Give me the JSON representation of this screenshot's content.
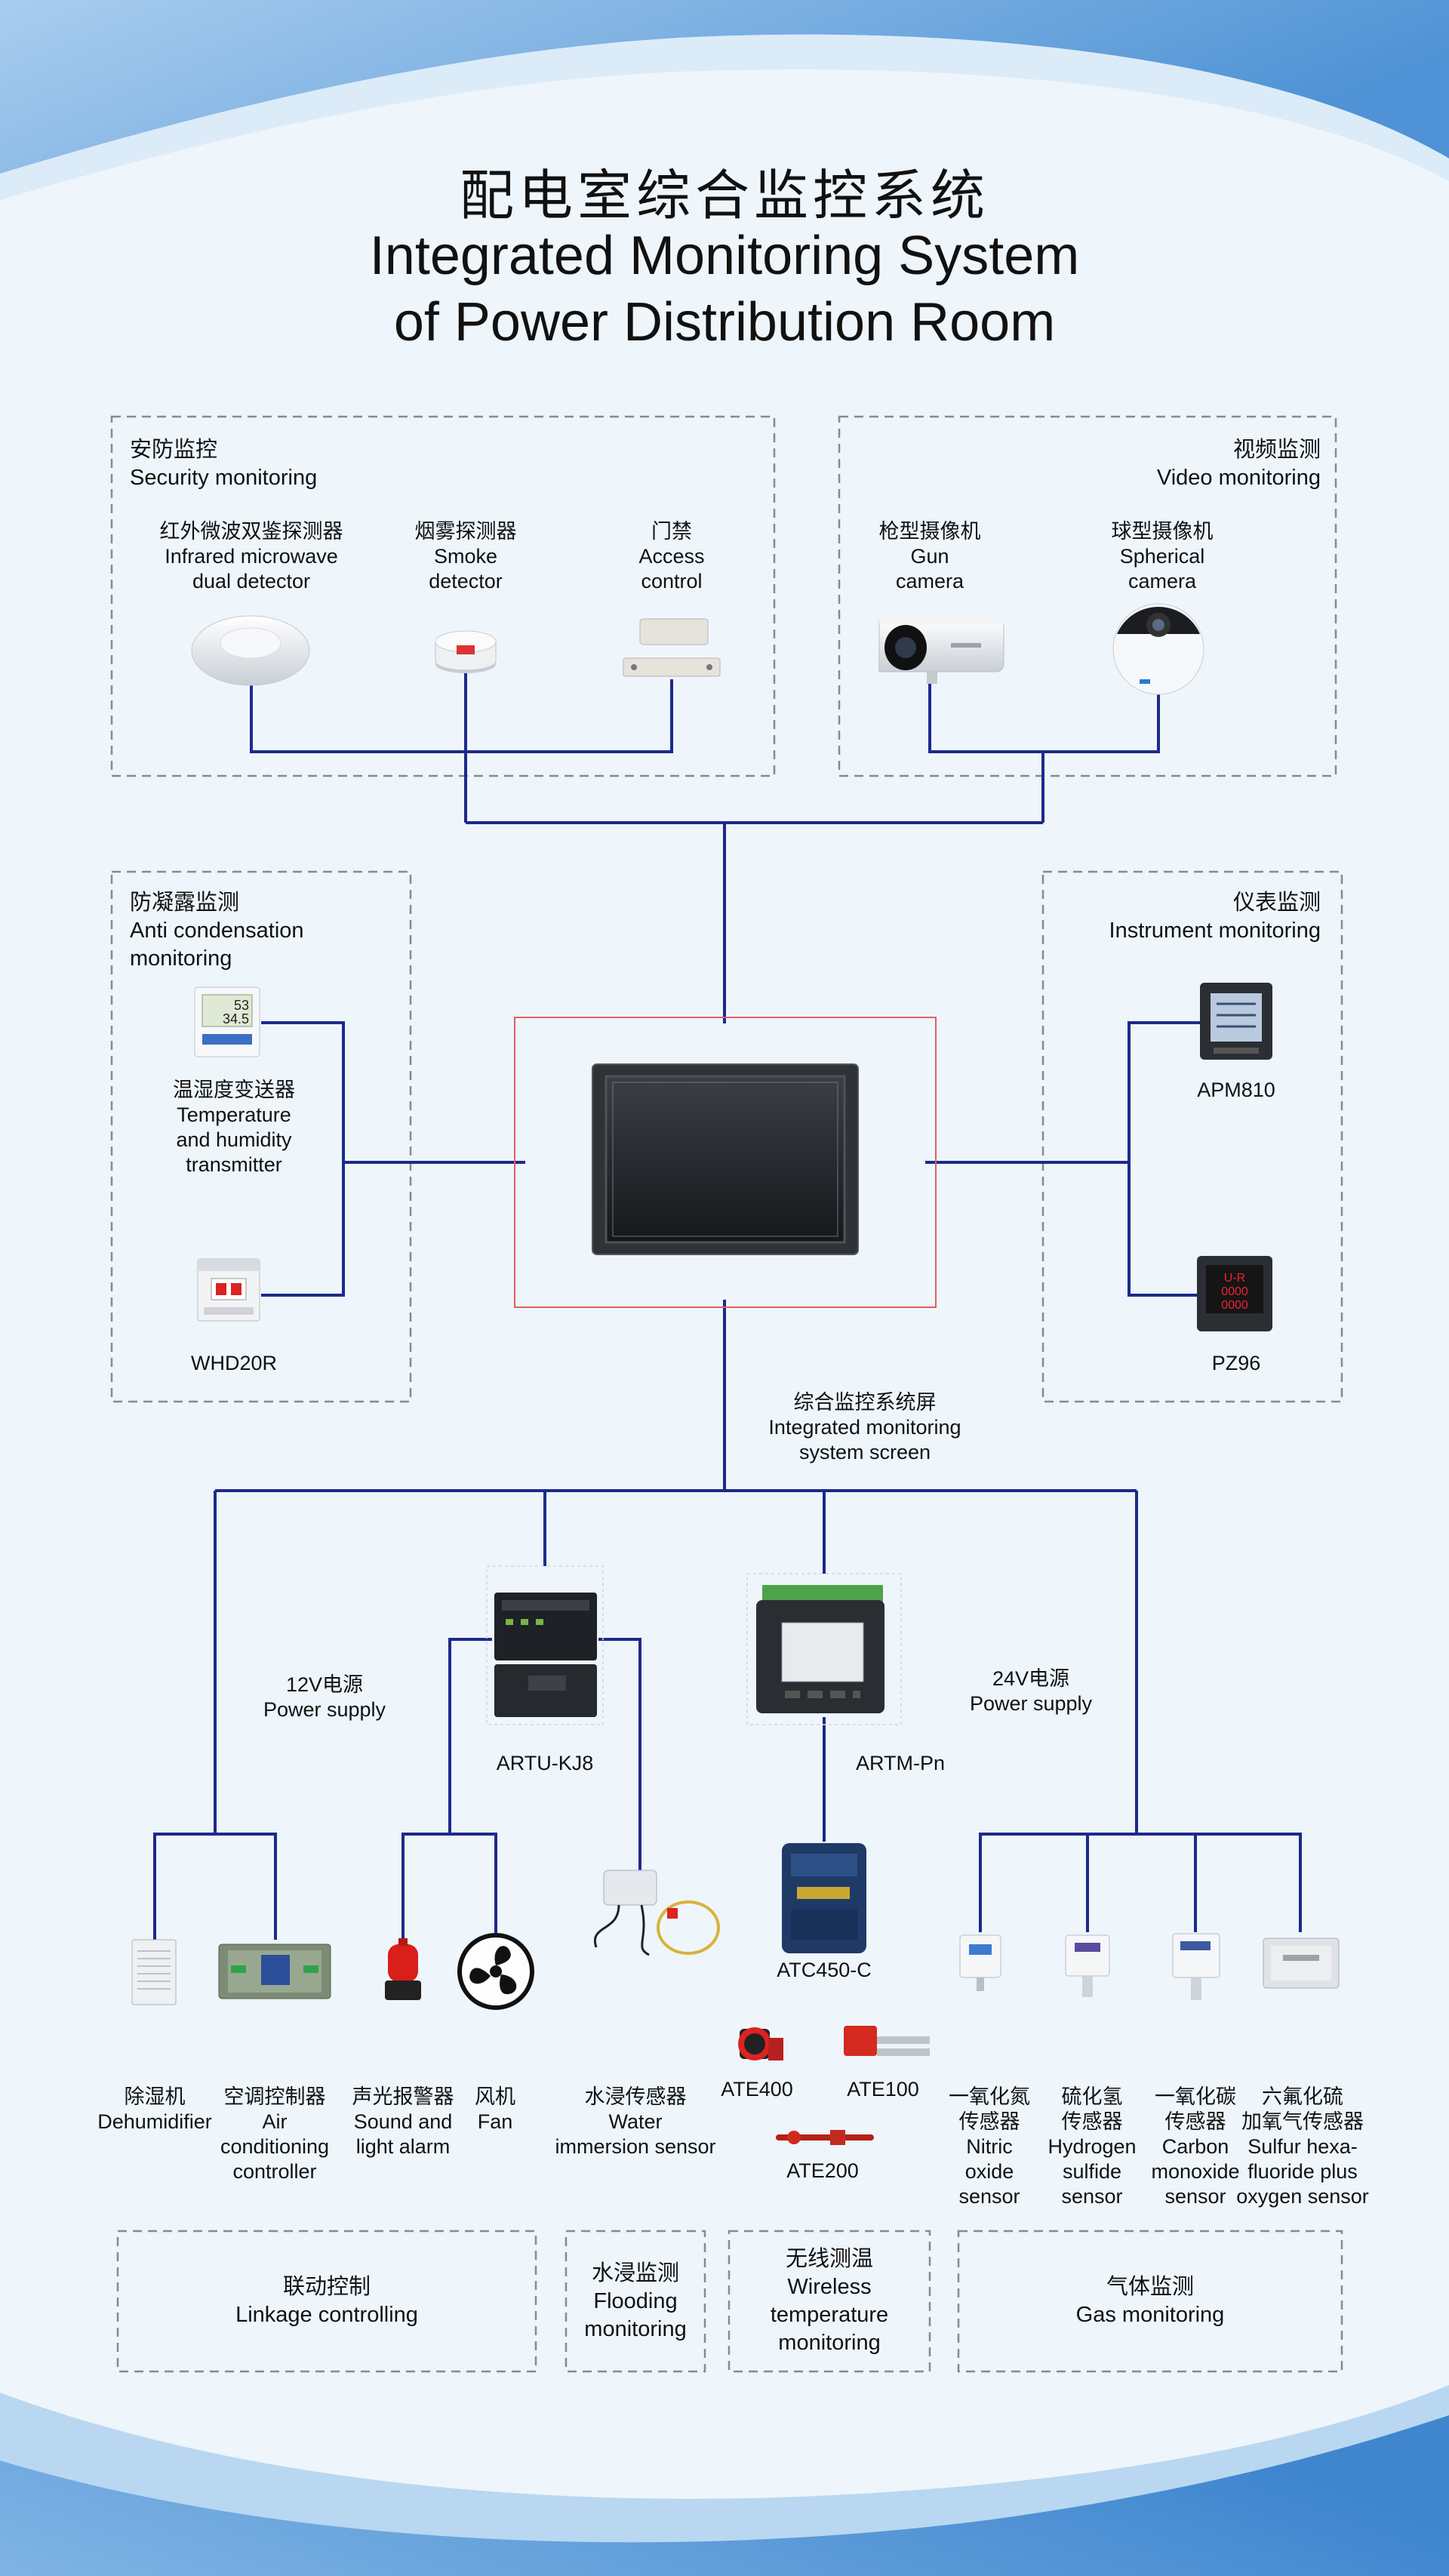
{
  "title": {
    "cn": "配电室综合监控系统",
    "en_line1": "Integrated Monitoring System",
    "en_line2": "of Power Distribution Room"
  },
  "security": {
    "cn": "安防监控",
    "en": "Security monitoring",
    "infrared": {
      "cn": "红外微波双鉴探测器",
      "en1": "Infrared microwave",
      "en2": "dual detector"
    },
    "smoke": {
      "cn": "烟雾探测器",
      "en1": "Smoke",
      "en2": "detector"
    },
    "access": {
      "cn": "门禁",
      "en1": "Access",
      "en2": "control"
    }
  },
  "video": {
    "cn": "视频监测",
    "en": "Video monitoring",
    "gun": {
      "cn": "枪型摄像机",
      "en1": "Gun",
      "en2": "camera"
    },
    "spherical": {
      "cn": "球型摄像机",
      "en1": "Spherical",
      "en2": "camera"
    }
  },
  "anti": {
    "cn": "防凝露监测",
    "en1": "Anti condensation",
    "en2": "monitoring",
    "temp": {
      "cn": "温湿度变送器",
      "en1": "Temperature",
      "en2": "and humidity",
      "en3": "transmitter"
    },
    "whd": "WHD20R",
    "display_top": "53",
    "display_bottom": "34.5"
  },
  "instrument": {
    "cn": "仪表监测",
    "en": "Instrument monitoring",
    "apm": "APM810",
    "pz": "PZ96",
    "pz_display": "0000"
  },
  "screen": {
    "cn": "综合监控系统屏",
    "en1": "Integrated monitoring",
    "en2": "system screen"
  },
  "power12": {
    "cn": "12V电源",
    "en": "Power supply"
  },
  "power24": {
    "cn": "24V电源",
    "en": "Power supply"
  },
  "artu": "ARTU-KJ8",
  "artm": "ARTM-Pn",
  "atc": "ATC450-C",
  "ate400": "ATE400",
  "ate100": "ATE100",
  "ate200": "ATE200",
  "devices": {
    "dehumidifier": {
      "cn": "除湿机",
      "en1": "Dehumidifier"
    },
    "aircon": {
      "cn": "空调控制器",
      "en1": "Air",
      "en2": "conditioning",
      "en3": "controller"
    },
    "alarm": {
      "cn": "声光报警器",
      "en1": "Sound and",
      "en2": "light alarm"
    },
    "fan": {
      "cn": "风机",
      "en1": "Fan"
    },
    "water": {
      "cn": "水浸传感器",
      "en1": "Water",
      "en2": "immersion sensor"
    },
    "no": {
      "cn1": "一氧化氮",
      "cn2": "传感器",
      "en1": "Nitric",
      "en2": "oxide",
      "en3": "sensor"
    },
    "h2s": {
      "cn1": "硫化氢",
      "cn2": "传感器",
      "en1": "Hydrogen",
      "en2": "sulfide",
      "en3": "sensor"
    },
    "co": {
      "cn1": "一氧化碳",
      "cn2": "传感器",
      "en1": "Carbon",
      "en2": "monoxide",
      "en3": "sensor"
    },
    "sf6": {
      "cn1": "六氟化硫",
      "cn2": "加氧气传感器",
      "en1": "Sulfur hexa-",
      "en2": "fluoride plus",
      "en3": "oxygen sensor"
    }
  },
  "bottom": {
    "linkage": {
      "cn": "联动控制",
      "en": "Linkage controlling"
    },
    "flooding": {
      "cn": "水浸监测",
      "en1": "Flooding",
      "en2": "monitoring"
    },
    "wireless": {
      "cn": "无线测温",
      "en1": "Wireless",
      "en2": "temperature",
      "en3": "monitoring"
    },
    "gas": {
      "cn": "气体监测",
      "en": "Gas monitoring"
    }
  },
  "colors": {
    "line": "#1c2a8a",
    "dashed": "#8a8a8a",
    "bg_light": "#eef5fb",
    "bg_blue": "#5b9ed9",
    "screen_frame": "#e06060"
  }
}
